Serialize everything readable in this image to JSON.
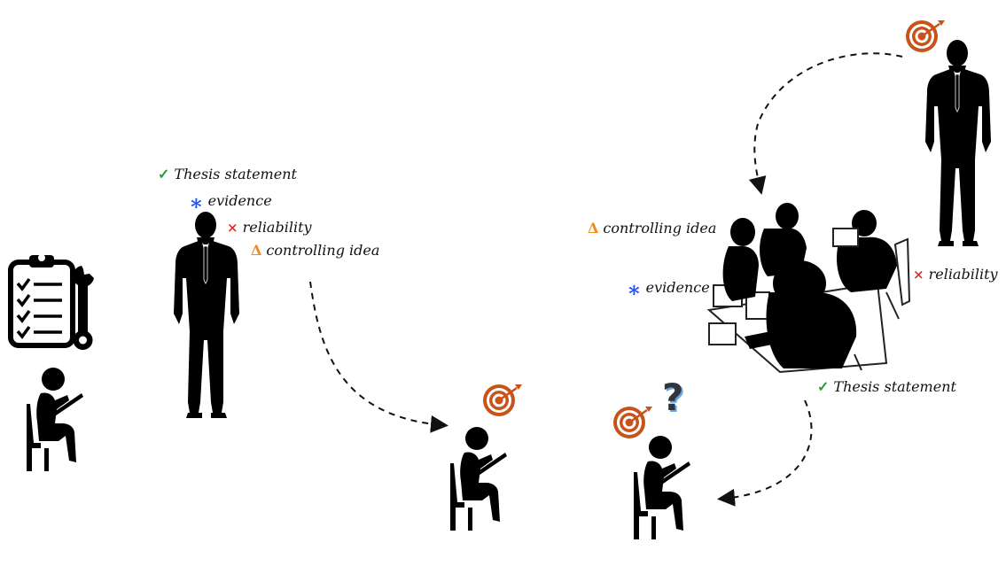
{
  "left_labels": {
    "thesis": "Thesis statement",
    "evidence": "evidence",
    "reliability": "reliability",
    "controlling_idea": "controlling idea"
  },
  "right_labels": {
    "controlling_idea": "controlling idea",
    "evidence": "evidence",
    "reliability": "reliability",
    "thesis": "Thesis statement"
  },
  "symbols": {
    "check": "✓",
    "star": "∗",
    "cross": "×",
    "delta": "Δ",
    "question": "?"
  },
  "colors": {
    "check": "#2e9b2e",
    "star": "#1f4fff",
    "cross": "#e3262b",
    "delta": "#f08a1c",
    "target": "#c8531a"
  },
  "icons": [
    "clipboard-wrench-icon",
    "student-icon",
    "teacher-icon",
    "target-icon",
    "question-mark-icon",
    "group-work-icon"
  ]
}
